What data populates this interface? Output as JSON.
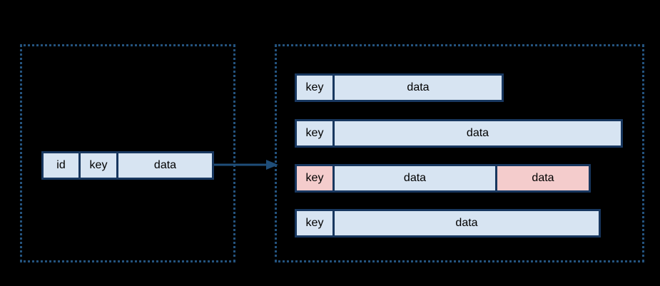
{
  "diagram": {
    "description": "Key-value record lookup diagram: a source record pointing to a list of key/data rows",
    "background": "#000000",
    "colors": {
      "cell_fill_blue": "#d7e4f2",
      "cell_fill_pink": "#f4cccc",
      "cell_border": "#18375f",
      "container_border": "#24537e",
      "arrow": "#1f4e79",
      "text": "#000000"
    },
    "source_record": {
      "cells": [
        {
          "label": "id",
          "variant": "blue"
        },
        {
          "label": "key",
          "variant": "blue"
        },
        {
          "label": "data",
          "variant": "blue"
        }
      ]
    },
    "arrow": {
      "direction": "right"
    },
    "target_rows": [
      {
        "cells": [
          {
            "label": "key",
            "variant": "blue"
          },
          {
            "label": "data",
            "variant": "blue"
          }
        ]
      },
      {
        "cells": [
          {
            "label": "key",
            "variant": "blue"
          },
          {
            "label": "data",
            "variant": "blue"
          }
        ]
      },
      {
        "cells": [
          {
            "label": "key",
            "variant": "pink"
          },
          {
            "label": "data",
            "variant": "blue"
          },
          {
            "label": "data",
            "variant": "pink"
          }
        ]
      },
      {
        "cells": [
          {
            "label": "key",
            "variant": "blue"
          },
          {
            "label": "data",
            "variant": "blue"
          }
        ]
      }
    ]
  }
}
